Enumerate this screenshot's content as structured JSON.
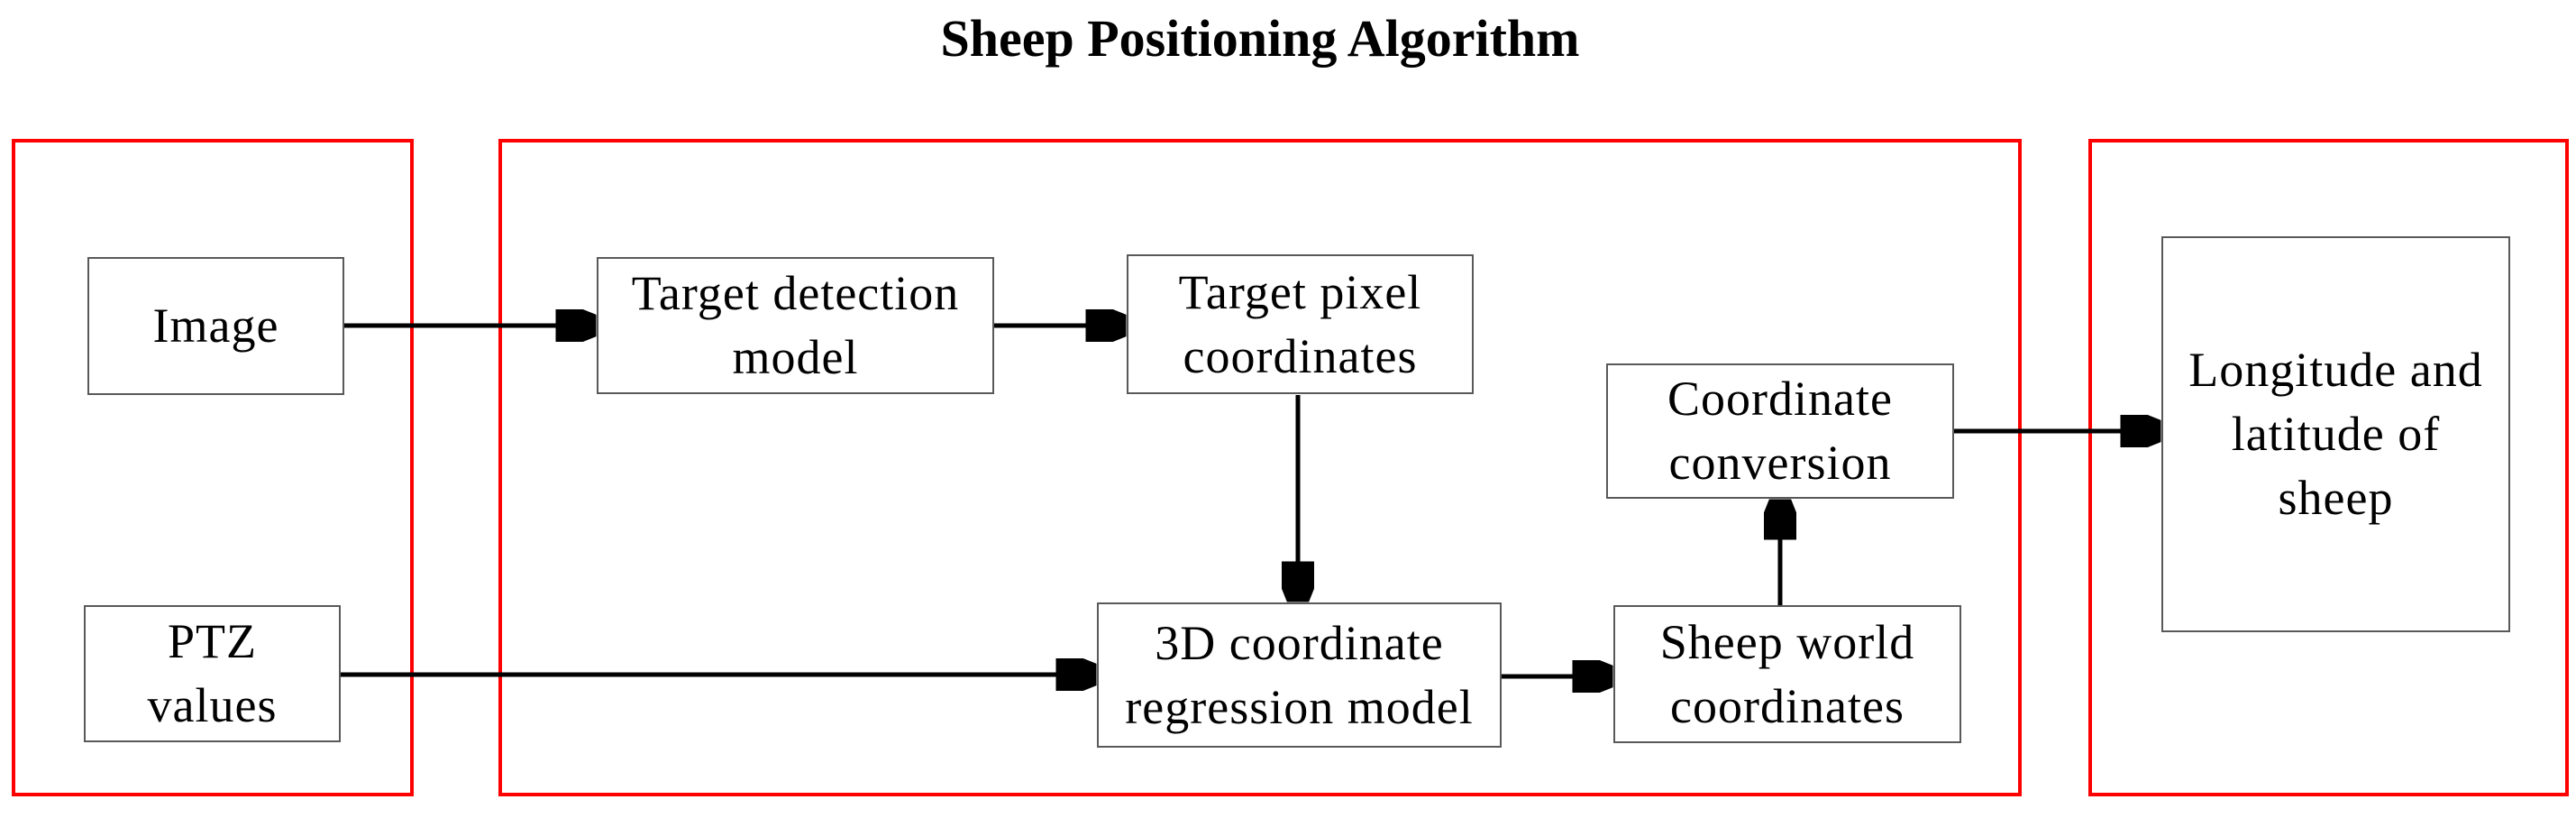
{
  "title": "Sheep Positioning Algorithm",
  "colors": {
    "group_border": "#ff0000",
    "node_border": "#595959",
    "arrow": "#000000",
    "text": "#000000",
    "background": "#ffffff"
  },
  "nodes": [
    {
      "id": "image",
      "lines": [
        "Image"
      ]
    },
    {
      "id": "ptz-values",
      "lines": [
        "PTZ",
        "values"
      ]
    },
    {
      "id": "target-detection",
      "lines": [
        "Target detection",
        "model"
      ]
    },
    {
      "id": "target-pixel",
      "lines": [
        "Target pixel",
        "coordinates"
      ]
    },
    {
      "id": "coordinate-conversion",
      "lines": [
        "Coordinate",
        "conversion"
      ]
    },
    {
      "id": "regression-model",
      "lines": [
        "3D coordinate",
        "regression model"
      ]
    },
    {
      "id": "sheep-world",
      "lines": [
        "Sheep world",
        "coordinates"
      ]
    },
    {
      "id": "longitude-latitude",
      "lines": [
        "Longitude and",
        "latitude of",
        "sheep"
      ]
    }
  ],
  "edges": [
    {
      "from": "image",
      "to": "target-detection"
    },
    {
      "from": "target-detection",
      "to": "target-pixel"
    },
    {
      "from": "target-pixel",
      "to": "regression-model"
    },
    {
      "from": "ptz-values",
      "to": "regression-model"
    },
    {
      "from": "regression-model",
      "to": "sheep-world"
    },
    {
      "from": "sheep-world",
      "to": "coordinate-conversion"
    },
    {
      "from": "coordinate-conversion",
      "to": "longitude-latitude"
    }
  ]
}
